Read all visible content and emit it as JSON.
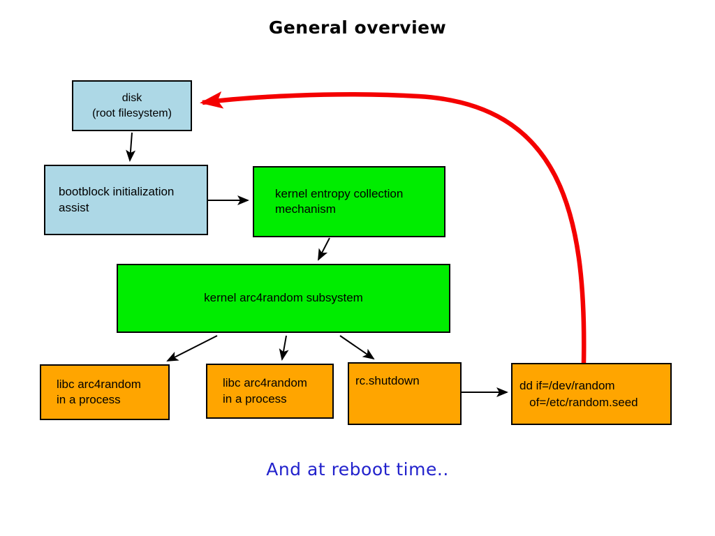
{
  "title": "General overview",
  "footnote": "And at reboot time..",
  "colors": {
    "box_blue": "#ADD8E6",
    "box_green": "#00ED00",
    "box_orange": "#FFA500",
    "arrow_black": "#000000",
    "arrow_red": "#F40000",
    "footnote_blue": "#2222CC"
  },
  "nodes": {
    "disk": {
      "label": "disk\n(root filesystem)"
    },
    "bootblock": {
      "label": "bootblock initialization\nassist"
    },
    "entropy": {
      "label": "kernel entropy collection\nmechanism"
    },
    "arc4random": {
      "label": "kernel arc4random subsystem"
    },
    "libc1": {
      "label": "libc arc4random\nin a process"
    },
    "libc2": {
      "label": "libc arc4random\nin a process"
    },
    "rc_shutdown": {
      "label": "rc.shutdown"
    },
    "dd": {
      "label": "dd if=/dev/random\n   of=/etc/random.seed"
    }
  },
  "edges": [
    {
      "from": "disk",
      "to": "bootblock",
      "color": "black"
    },
    {
      "from": "bootblock",
      "to": "entropy",
      "color": "black"
    },
    {
      "from": "entropy",
      "to": "arc4random",
      "color": "black"
    },
    {
      "from": "arc4random",
      "to": "libc1",
      "color": "black"
    },
    {
      "from": "arc4random",
      "to": "libc2",
      "color": "black"
    },
    {
      "from": "arc4random",
      "to": "rc_shutdown",
      "color": "black"
    },
    {
      "from": "rc_shutdown",
      "to": "dd",
      "color": "black"
    },
    {
      "from": "dd",
      "to": "disk",
      "color": "red"
    }
  ]
}
